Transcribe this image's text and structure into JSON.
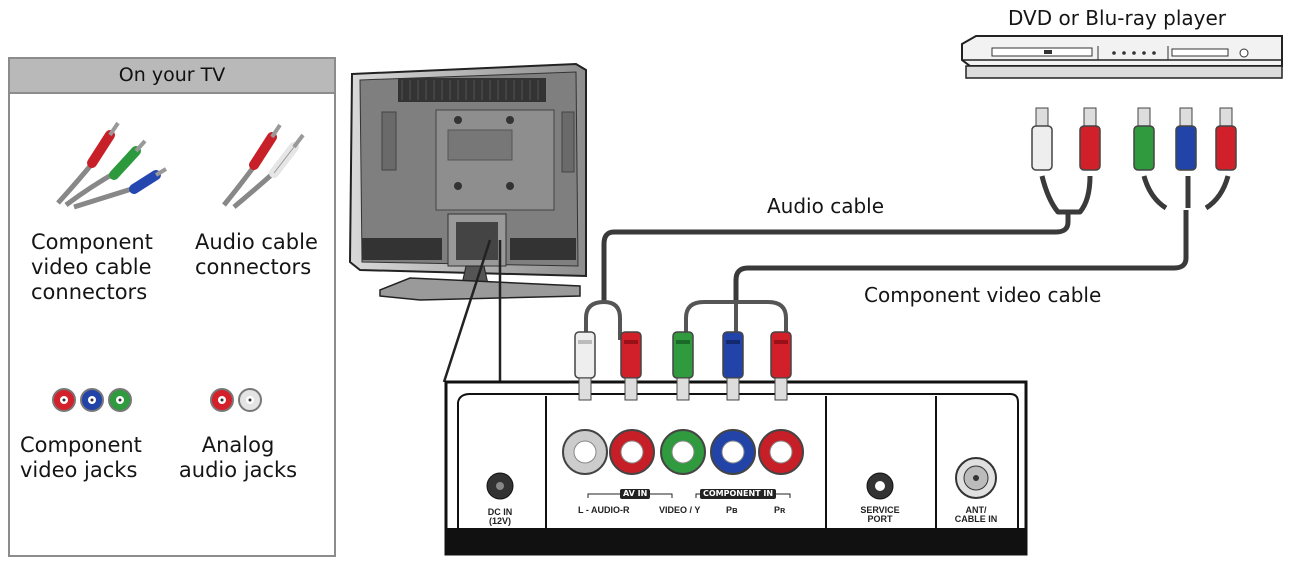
{
  "legend": {
    "header": "On your TV",
    "component_connectors": [
      "Component",
      "video cable",
      "connectors"
    ],
    "audio_connectors": [
      "Audio cable",
      "connectors"
    ],
    "component_jacks": [
      "Component",
      "video jacks"
    ],
    "audio_jacks": [
      "Analog",
      "audio jacks"
    ]
  },
  "player_label": "DVD or Blu-ray player",
  "cables": {
    "audio": "Audio cable",
    "component": "Component video cable"
  },
  "panel": {
    "dc_in": [
      "DC IN",
      "(12V)"
    ],
    "av_in": "AV IN",
    "component_in": "COMPONENT IN",
    "audio_lr": "L - AUDIO-R",
    "video_y": "VIDEO / Y",
    "pb": "Pʙ",
    "pr": "Pʀ",
    "service_port": [
      "SERVICE",
      "PORT"
    ],
    "ant_cable_in": [
      "ANT/",
      "CABLE IN"
    ]
  },
  "colors": {
    "red": "#d4202a",
    "green": "#2f9a3e",
    "blue": "#2244a8",
    "white": "#f0f0f0",
    "cable": "#3a3a3a"
  },
  "icons": [
    "component-plugs-icon",
    "audio-plugs-icon",
    "component-jacks-icon",
    "audio-jacks-icon",
    "tv-back-icon",
    "dvd-player-icon"
  ]
}
